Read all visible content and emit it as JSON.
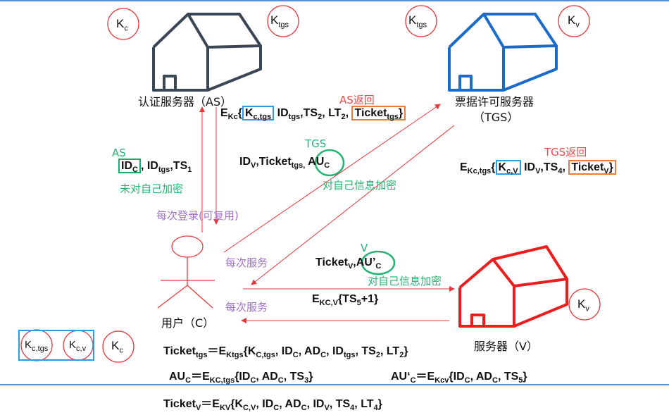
{
  "keys": {
    "kc_top": "K",
    "kc_top_sub": "c",
    "ktgs_left": "K",
    "ktgs_left_sub": "tgs",
    "ktgs_right": "K",
    "ktgs_right_sub": "tgs",
    "kv_top": "K",
    "kv_top_sub": "v",
    "kv_server": "K",
    "kv_server_sub": "v",
    "kc_bottom": "K",
    "kc_bottom_sub": "c",
    "user_kctgs": "K",
    "user_kctgs_sub": "c,tgs",
    "user_kcv": "K",
    "user_kcv_sub": "c,v"
  },
  "nodes": {
    "as": "认证服务器（AS）",
    "tgs_line1": "票据许可服务器",
    "tgs_line2": "（TGS）",
    "server": "服务器（V）",
    "user": "用户（C）"
  },
  "messages": {
    "as_reply_label": "AS返回",
    "as_reply": {
      "e": "E",
      "e_sub": "Kc",
      "k": "K",
      "k_sub": "c,tgs",
      "id": "ID",
      "id_sub": "tgs",
      "ts": "TS",
      "ts_sub": "2",
      "lt": "LT",
      "lt_sub": "2",
      "tk": "Ticket",
      "tk_sub": "tgs"
    },
    "as_req_label": "AS",
    "as_req": {
      "id": "ID",
      "id_sub": "C",
      "idt": "ID",
      "idt_sub": "tgs",
      "ts": "TS",
      "ts_sub": "1"
    },
    "as_req_note": "未对自己加密",
    "login_note": "每次登录(可复用)",
    "tgs_req_label": "TGS",
    "tgs_req": {
      "idv": "ID",
      "idv_sub": "V",
      "tk": "Ticket",
      "tk_sub": "tgs,",
      "au": "AU",
      "au_sub": "C"
    },
    "tgs_req_note": "对自己信息加密",
    "tgs_reply_label": "TGS返回",
    "tgs_reply": {
      "e": "E",
      "e_sub": "Kc,tgs",
      "k": "K",
      "k_sub": "c,V",
      "id": "ID",
      "id_sub": "V",
      "ts": "TS",
      "ts_sub": "4",
      "tk": "Ticket",
      "tk_sub": "V"
    },
    "service_note_1": "每次服务",
    "service_note_2": "每次服务",
    "v_req_label": "V",
    "v_req": {
      "tk": "Ticket",
      "tk_sub": "V",
      "au": "AU’",
      "au_sub": "C"
    },
    "v_req_note": "对自己信息加密",
    "v_reply": {
      "e": "E",
      "e_sub": "KC,V",
      "ts": "{TS",
      "ts_sub": "5",
      "rest": "+1}"
    }
  },
  "formulas": {
    "ticket_tgs": {
      "name": "Ticket",
      "name_sub": "tgs",
      "eq": "＝E",
      "e_sub": "Ktgs",
      "body1": "{K",
      "s1": "C,tgs",
      "body2": ", ID",
      "s2": "C",
      "body3": ", AD",
      "s3": "C",
      "body4": ", ID",
      "s4": "tgs",
      "body5": ", TS",
      "s5": "2",
      "body6": ", LT",
      "s6": "2",
      "end": "}"
    },
    "au_c": {
      "name": "AU",
      "name_sub": "C",
      "eq": "＝E",
      "e_sub": "KC,tgs",
      "body1": "{ID",
      "s1": "C",
      "body2": ", AD",
      "s2": "C",
      "body3": ", TS",
      "s3": "3",
      "end": "}"
    },
    "au_c2": {
      "name": "AU‘",
      "name_sub": "C",
      "eq": "＝E",
      "e_sub": "Kcv",
      "body1": "{ID",
      "s1": "C",
      "body2": ", AD",
      "s2": "C",
      "body3": ", TS",
      "s3": "5",
      "end": "}"
    },
    "ticket_v": {
      "name": "Ticket",
      "name_sub": "V",
      "eq": "＝E",
      "e_sub": "KV",
      "body1": "{K",
      "s1": "C,V",
      "body2": ", ID",
      "s2": "C",
      "body3": ", AD",
      "s3": "C",
      "body4": ", ID",
      "s4": "V",
      "body5": ", TS",
      "s5": "4",
      "body6": ", LT",
      "s6": "4",
      "end": "}"
    }
  },
  "colors": {
    "as_house": "#3a4656",
    "tgs_house": "#1a6ccc",
    "server_house": "#ee1c1c",
    "arrow": "#e8383d",
    "key_circle": "#e8383d",
    "top_rule": "#5a8fd0",
    "green": "#22b472",
    "purple": "#a070cc"
  }
}
